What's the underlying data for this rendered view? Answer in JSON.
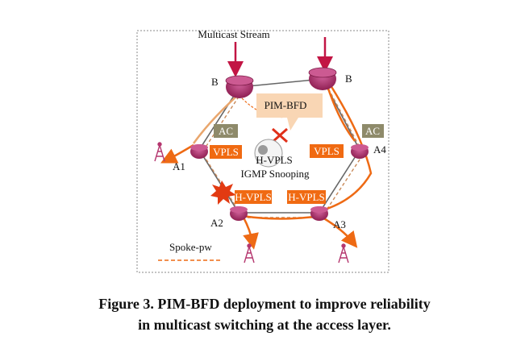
{
  "diagram": {
    "labels": {
      "multicast_stream": "Multicast Stream",
      "router_b_left": "B",
      "router_b_right": "B",
      "pim_bfd": "PIM-BFD",
      "ac_left": "AC",
      "ac_right": "AC",
      "vpls_left": "VPLS",
      "vpls_right": "VPLS",
      "hvpls_center": "H-VPLS",
      "igmp_snooping": "IGMP  Snooping",
      "a1": "A1",
      "a2": "A2",
      "a3": "A3",
      "a4": "A4",
      "hvpls_left": "H-VPLS",
      "hvpls_right": "H-VPLS",
      "spoke_pw": "Spoke-pw"
    },
    "colors": {
      "router": "#b5376f",
      "orange_box": "#f06a12",
      "ac_box": "#8e8a6a",
      "callout": "#f9d6b4",
      "arrow_red": "#c21544",
      "path_orange": "#ee6a14"
    }
  },
  "caption": {
    "line1": "Figure 3. PIM-BFD deployment to improve reliability",
    "line2": "in multicast switching at the access layer."
  }
}
